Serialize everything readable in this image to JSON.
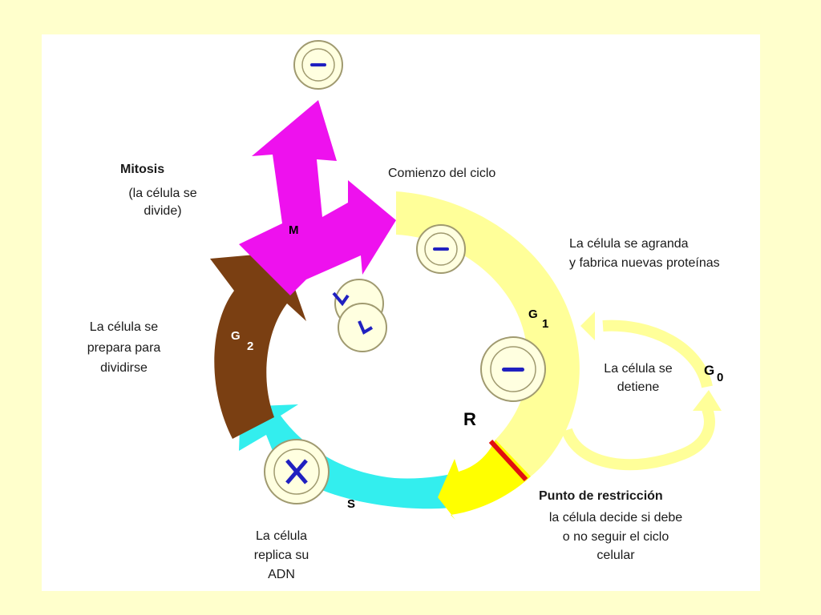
{
  "labels": {
    "mitosis_title": "Mitosis",
    "mitosis_desc_1": "(la célula se",
    "mitosis_desc_2": "divide)",
    "comienzo": "Comienzo del ciclo",
    "agranda_1": "La célula se agranda",
    "agranda_2": "y fabrica nuevas proteínas",
    "prepara_1": "La célula se",
    "prepara_2": "prepara para",
    "prepara_3": "dividirse",
    "detiene_1": "La célula se",
    "detiene_2": "detiene",
    "punto_title": "Punto de restricción",
    "punto_desc_1": "la célula decide si debe",
    "punto_desc_2": "o no seguir el ciclo",
    "punto_desc_3": "celular",
    "replica_1": "La célula",
    "replica_2": "replica su",
    "replica_3": "ADN"
  },
  "phases": {
    "m": "M",
    "g1_letter": "G",
    "g1_sub": "1",
    "g2_letter": "G",
    "g2_sub": "2",
    "s": "S",
    "g0_letter": "G",
    "g0_sub": "0",
    "r": "R"
  },
  "colors": {
    "page_bg": "#FFFFCC",
    "panel_bg": "#FFFFFF",
    "mitosis": "#EE11EE",
    "g1": "#FFFF99",
    "restriction": "#FFFF00",
    "restriction_line": "#E01010",
    "g2": "#7A3F12",
    "s": "#33EEEE",
    "chromosome": "#2020C0",
    "cell_fill": "#FFFFE0",
    "cell_stroke": "#A09A70"
  }
}
